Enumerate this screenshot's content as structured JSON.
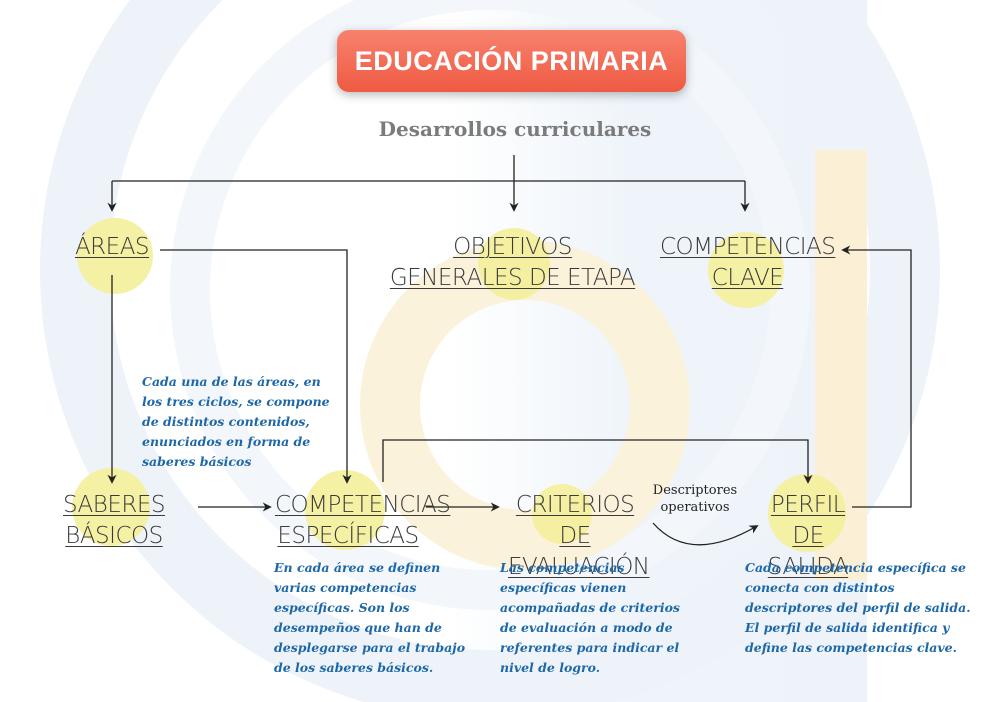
{
  "title": "EDUCACIÓN PRIMARIA",
  "subtitle": "Desarrollos curriculares",
  "nodes": {
    "areas": [
      "ÁREAS"
    ],
    "objetivos": [
      "OBJETIVOS",
      "GENERALES DE ETAPA"
    ],
    "competencias_clave": [
      "COMPETENCIAS",
      "CLAVE"
    ],
    "saberes": [
      "SABERES BÁSICOS"
    ],
    "competencias_especificas": [
      "COMPETENCIAS",
      "ESPECÍFICAS"
    ],
    "criterios": [
      "CRITERIOS DE",
      "EVALUACIÓN"
    ],
    "perfil": [
      "PERFIL",
      "DE SALIDA"
    ]
  },
  "edge_label": [
    "Descriptores",
    "operativos"
  ],
  "notes": {
    "areas": [
      "Cada una de las áreas, en",
      "los tres ciclos, se compone",
      "de distintos contenidos,",
      "enunciados en forma de",
      "saberes básicos"
    ],
    "competencias": [
      "En cada área se definen",
      "varias competencias",
      "específicas. Son los",
      "desempeños que han de",
      "desplegarse para el trabajo",
      "de los saberes básicos."
    ],
    "criterios": [
      "Las competencias",
      "específicas vienen",
      "acompañadas de criterios",
      "de evaluación a modo de",
      "referentes para indicar el",
      "nivel de logro."
    ],
    "perfil": [
      "Cada competencia específica se",
      "conecta con distintos",
      "descriptores del perfil de salida.",
      "El perfil de salida identifica y",
      "define las competencias clave."
    ]
  },
  "colors": {
    "title_banner": "#ef5a43",
    "highlight": "#f4ef9a",
    "note_text": "#1d67a8",
    "node_text": "#3a3a3a",
    "arrow": "#222222"
  }
}
